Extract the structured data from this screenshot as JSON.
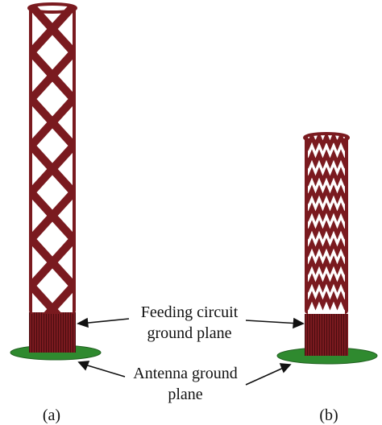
{
  "labels": {
    "feeding_line1": "Feeding circuit",
    "feeding_line2": "ground plane",
    "antenna_line1": "Antenna ground",
    "antenna_line2": "plane",
    "caption_a": "(a)",
    "caption_b": "(b)"
  },
  "colors": {
    "antenna_metal": "#7a1a1f",
    "antenna_metal_dark": "#4a0c10",
    "ground_plane": "#2f8a2f",
    "ground_plane_dark": "#1f5f1f",
    "arrow": "#111111"
  }
}
